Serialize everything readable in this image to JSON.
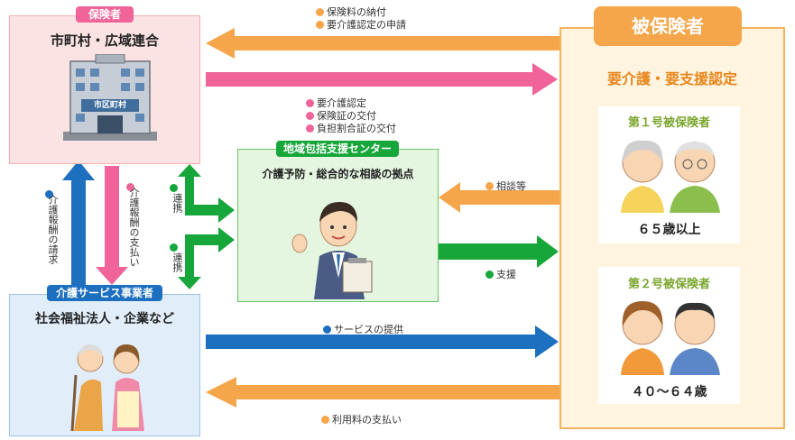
{
  "municipality": {
    "tag": "保険者",
    "title": "市町村・広域連合",
    "sign": "市区町村"
  },
  "insured": {
    "title": "被保険者",
    "subtitle": "要介護・要支援認定",
    "first": {
      "title": "第１号被保険者",
      "age": "６５歳以上"
    },
    "second": {
      "title": "第２号被保険者",
      "age": "４０～６４歳"
    }
  },
  "center": {
    "tag": "地域包括支援センター",
    "subtitle": "介護予防・総合的な相談の拠点"
  },
  "provider": {
    "tag": "介護サービス事業者",
    "title": "社会福祉法人・企業など"
  },
  "flows": {
    "to_municipality_1": "保険料の納付",
    "to_municipality_2": "要介護認定の申請",
    "to_insured_1": "要介護認定",
    "to_insured_2": "保険証の交付",
    "to_insured_3": "負担割合証の交付",
    "consult": "相談等",
    "support": "支援",
    "service": "サービスの提供",
    "fee": "利用料の支払い",
    "claim": "介護報酬の請求",
    "payment": "介護報酬の支払い",
    "link_top": "連携",
    "link_bottom": "連携"
  },
  "colors": {
    "orange": "#f5a54a",
    "pink": "#f0649a",
    "green": "#16a63a",
    "blue": "#1d6fc0",
    "insured_border": "#f5a54a",
    "municipality_bg": "#fce3e3"
  }
}
